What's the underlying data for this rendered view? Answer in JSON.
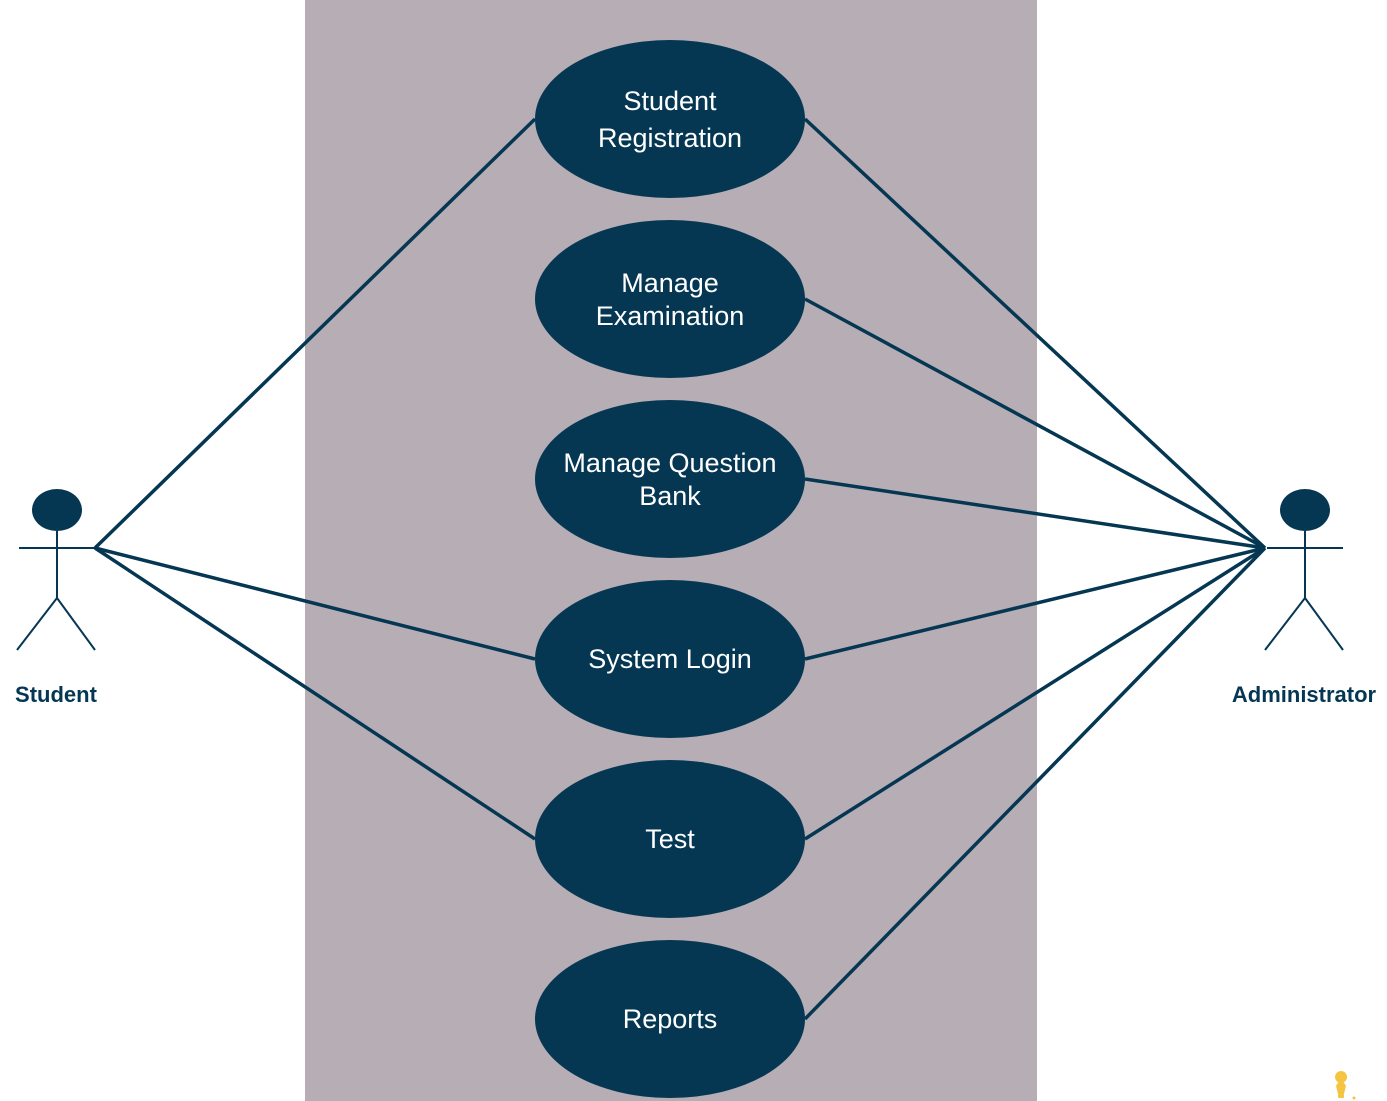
{
  "colors": {
    "system_boundary": "#b6adb5",
    "use_case_fill": "#053753",
    "line": "#053753",
    "use_case_text": "#ffffff",
    "actor_label": "#053753",
    "hint_icon": "#f5c542"
  },
  "actors": {
    "student": {
      "label": "Student"
    },
    "administrator": {
      "label": "Administrator"
    }
  },
  "use_cases": [
    {
      "id": "student-registration",
      "lines": [
        "Student",
        "Registration"
      ]
    },
    {
      "id": "manage-examination",
      "lines": [
        "Manage",
        "Examination"
      ]
    },
    {
      "id": "manage-question-bank",
      "lines": [
        "Manage Question",
        "Bank"
      ]
    },
    {
      "id": "system-login",
      "lines": [
        "System Login"
      ]
    },
    {
      "id": "test",
      "lines": [
        "Test"
      ]
    },
    {
      "id": "reports",
      "lines": [
        "Reports"
      ]
    }
  ],
  "associations": {
    "student": [
      "student-registration",
      "system-login",
      "test"
    ],
    "administrator": [
      "student-registration",
      "manage-examination",
      "manage-question-bank",
      "system-login",
      "test",
      "reports"
    ]
  },
  "icons": {
    "hint": "lightbulb-icon"
  }
}
